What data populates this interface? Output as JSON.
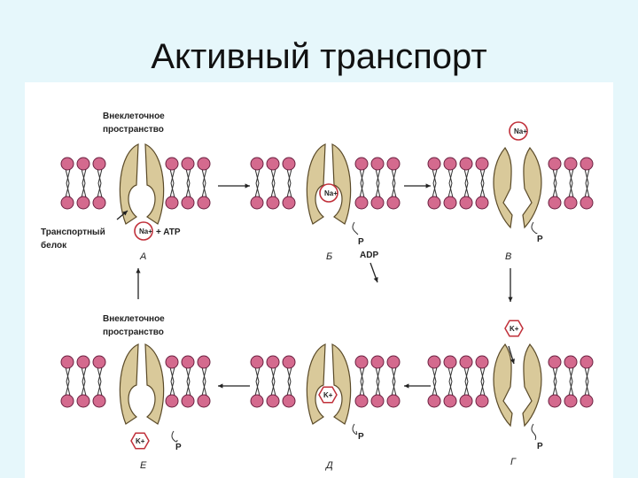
{
  "title": "Активный транспорт",
  "labels": {
    "extracellular_top_1": "Внеклеточное",
    "extracellular_top_2": "пространство",
    "extracellular_bot_1": "Внеклеточное",
    "extracellular_bot_2": "пространство",
    "transport_protein_1": "Транспортный",
    "transport_protein_2": "белок",
    "atp": "+ ATP",
    "adp": "ADP",
    "phosphate": "P",
    "na_ion": "Na",
    "k_ion": "K",
    "plus": "+"
  },
  "stages": {
    "A": "А",
    "B": "Б",
    "V": "В",
    "G": "Г",
    "D": "Д",
    "E": "Е"
  },
  "colors": {
    "background": "#e6f7fb",
    "panel": "#ffffff",
    "lipid_head": "#d46a8e",
    "lipid_head_stroke": "#6b2040",
    "protein_fill": "#d9c99a",
    "protein_stroke": "#5a4a28",
    "na_ring": "#c0303a",
    "k_ring": "#c0303a"
  }
}
